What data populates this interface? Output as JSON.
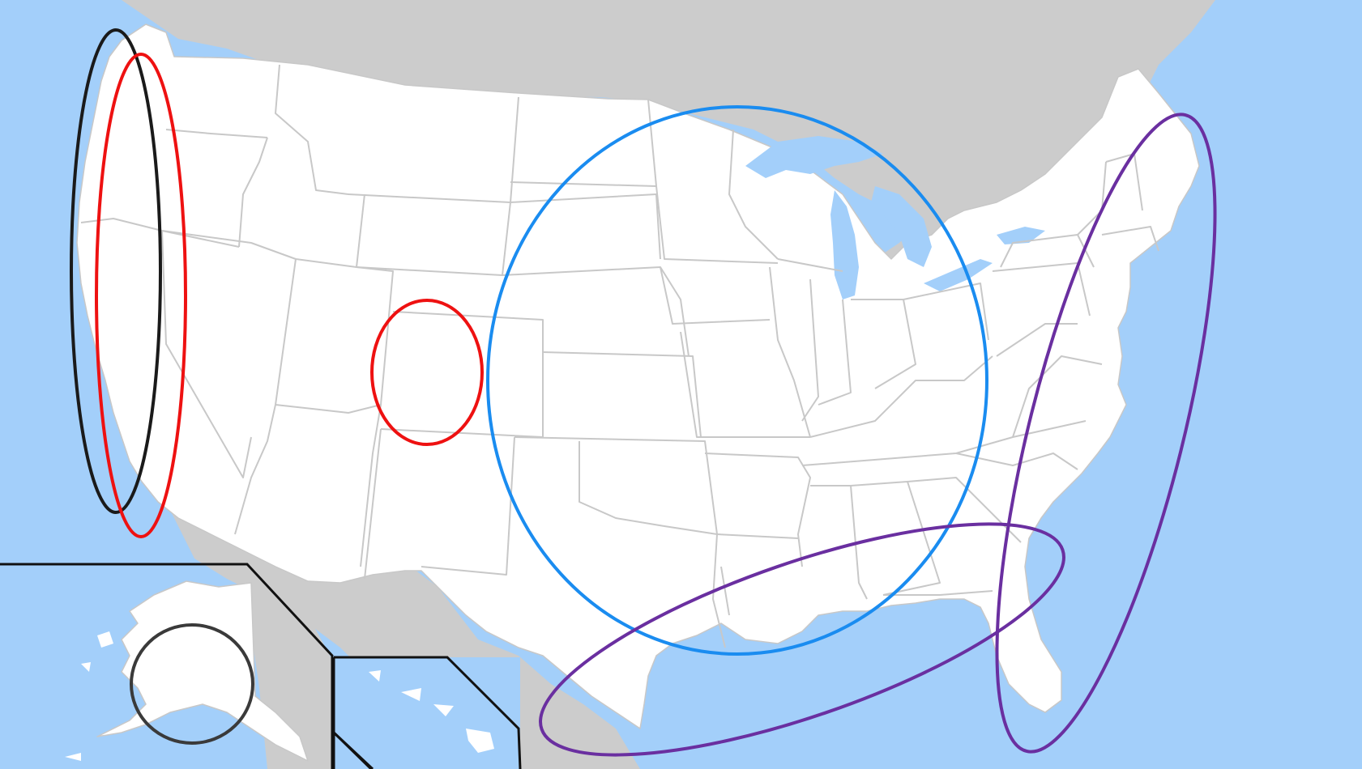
{
  "map": {
    "colors": {
      "water": "#a3cffa",
      "land": "#ffffff",
      "foreign_land": "#cccccc",
      "borders": "#c8c8c8",
      "inset_frame": "#111111"
    },
    "highlights": [
      {
        "id": "west-coast-black",
        "color": "#1a1a1a"
      },
      {
        "id": "west-coast-red",
        "color": "#ee1111"
      },
      {
        "id": "colorado-red",
        "color": "#ee1111"
      },
      {
        "id": "central-blue",
        "color": "#1a8cf0"
      },
      {
        "id": "gulf-coast-purple",
        "color": "#6a2fa0"
      },
      {
        "id": "east-coast-purple",
        "color": "#6a2fa0"
      },
      {
        "id": "alaska-dark-gray",
        "color": "#3a3a3a"
      }
    ]
  }
}
